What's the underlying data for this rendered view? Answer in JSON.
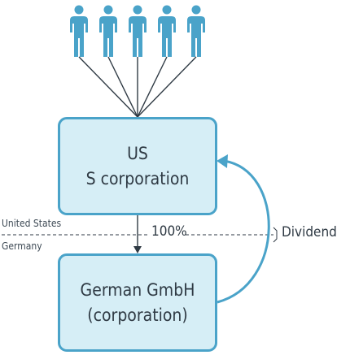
{
  "parent": {
    "line1": "US",
    "line2": "S corporation"
  },
  "subsidiary": {
    "line1": "German GmbH",
    "line2": "(corporation)"
  },
  "border": {
    "top_label": "United States",
    "bottom_label": "Germany"
  },
  "ownership": {
    "label": "100%"
  },
  "flow": {
    "label": "Dividend"
  },
  "shareholders": {
    "count": 5,
    "icon": "person-icon"
  },
  "colors": {
    "accent": "#4aa3c9",
    "box_fill": "#d6eef6",
    "text": "#2f3a44"
  }
}
